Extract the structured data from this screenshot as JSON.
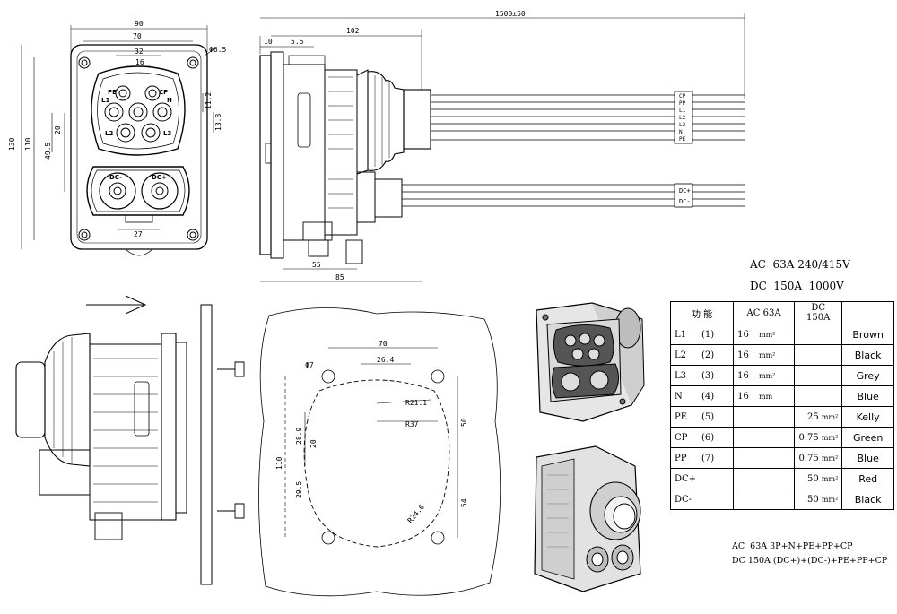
{
  "dimensions": {
    "front_width": "90",
    "front_inner_width": "70",
    "ac_span": "32",
    "ac_pitch": "16",
    "hole": "Φ6.5",
    "height_total": "130",
    "height_inner": "110",
    "offset_20": "20",
    "offset_49_5": "49.5",
    "v_11_2": "11.2",
    "v_13_8": "13.8",
    "dc_pitch": "27",
    "side_10": "10",
    "side_5_5": "5.5",
    "side_102": "102",
    "cable_length": "1500±50",
    "side_55": "55",
    "side_85": "85",
    "cut_70": "70",
    "cut_26_4": "26.4",
    "cut_hole": "Φ7",
    "cut_r21_1": "R21.1",
    "cut_r37": "R37",
    "cut_50": "50",
    "cut_28_9": "28.9",
    "cut_20": "20",
    "cut_110": "110",
    "cut_29_5": "29.5",
    "cut_54": "54",
    "cut_r24_6": "R24.6"
  },
  "pin_labels": {
    "pe": "PE",
    "cp": "CP",
    "l1": "L1",
    "n": "N",
    "l2": "L2",
    "l3": "L3",
    "dc_minus": "DC-",
    "dc_plus": "DC+"
  },
  "wire_tags": [
    "CP",
    "PP",
    "L1",
    "L2",
    "L3",
    "N",
    "PE"
  ],
  "dc_wire_tags": [
    "DC+",
    "DC-"
  ],
  "spec_lines": {
    "ac": "AC  63A 240/415V",
    "dc": "DC  150A  1000V"
  },
  "table": {
    "headers": [
      "功 能",
      "AC 63A",
      "DC 150A",
      ""
    ],
    "rows": [
      {
        "name": "L1",
        "num": "(1)",
        "ac": "16",
        "ac_unit": "mm²",
        "dc": "",
        "dc_unit": "",
        "color": "Brown"
      },
      {
        "name": "L2",
        "num": "(2)",
        "ac": "16",
        "ac_unit": "mm²",
        "dc": "",
        "dc_unit": "",
        "color": "Black"
      },
      {
        "name": "L3",
        "num": "(3)",
        "ac": "16",
        "ac_unit": "mm²",
        "dc": "",
        "dc_unit": "",
        "color": "Grey"
      },
      {
        "name": "N",
        "num": "(4)",
        "ac": "16",
        "ac_unit": "mm",
        "dc": "",
        "dc_unit": "",
        "color": "Blue"
      },
      {
        "name": "PE",
        "num": "(5)",
        "ac": "",
        "ac_unit": "",
        "dc": "25",
        "dc_unit": "mm²",
        "color": "Kelly"
      },
      {
        "name": "CP",
        "num": "(6)",
        "ac": "",
        "ac_unit": "",
        "dc": "0.75",
        "dc_unit": "mm²",
        "color": "Green"
      },
      {
        "name": "PP",
        "num": "(7)",
        "ac": "",
        "ac_unit": "",
        "dc": "0.75",
        "dc_unit": "mm²",
        "color": "Blue"
      },
      {
        "name": "DC+",
        "num": "",
        "ac": "",
        "ac_unit": "",
        "dc": "50",
        "dc_unit": "mm²",
        "color": "Red"
      },
      {
        "name": "DC-",
        "num": "",
        "ac": "",
        "ac_unit": "",
        "dc": "50",
        "dc_unit": "mm²",
        "color": "Black"
      }
    ]
  },
  "summary": {
    "ac": "AC  63A 3P+N+PE+PP+CP",
    "dc": "DC 150A (DC+)+(DC-)+PE+PP+CP"
  }
}
